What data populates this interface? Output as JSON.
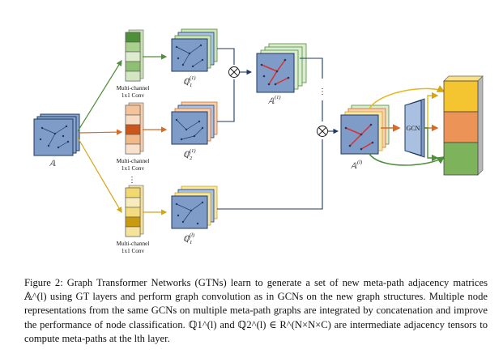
{
  "figure": {
    "input_label": "𝔸",
    "conv_label_line1": "Multi-channel",
    "conv_label_line2": "1x1 Conv",
    "ellipsis": "⋮",
    "q1_label": "ℚ",
    "q1_sup": "(1)",
    "q1_sub": "1",
    "q2_label": "ℚ",
    "q2_sup": "(1)",
    "q2_sub": "2",
    "ql_label": "ℚ",
    "ql_sup": "(l)",
    "ql_sub": "1",
    "a1_label": "𝔸",
    "a1_sup": "(1)",
    "al_label": "𝔸",
    "al_sup": "(l)",
    "gcn_label": "GCN",
    "otimes": "⊗",
    "colors": {
      "green": "#4e8f3a",
      "orange": "#d76b25",
      "yellow": "#e6b81e",
      "graph_blue": "#7f9cc9",
      "edge_red": "#d83030",
      "gcn_face": "#a9c0e0",
      "out_yellow": "#f5c431",
      "out_orange": "#ec9457",
      "out_green": "#7db35b"
    }
  },
  "caption": {
    "text": "Figure 2: Graph Transformer Networks (GTNs) learn to generate a set of new meta-path adjacency matrices 𝔸^(l) using GT layers and perform graph convolution as in GCNs on the new graph structures. Multiple node representations from the same GCNs on multiple meta-path graphs are integrated by concatenation and improve the performance of node classification. ℚ1^(l) and ℚ2^(l) ∈ R^(N×N×C) are intermediate adjacency tensors to compute meta-paths at the lth layer."
  }
}
